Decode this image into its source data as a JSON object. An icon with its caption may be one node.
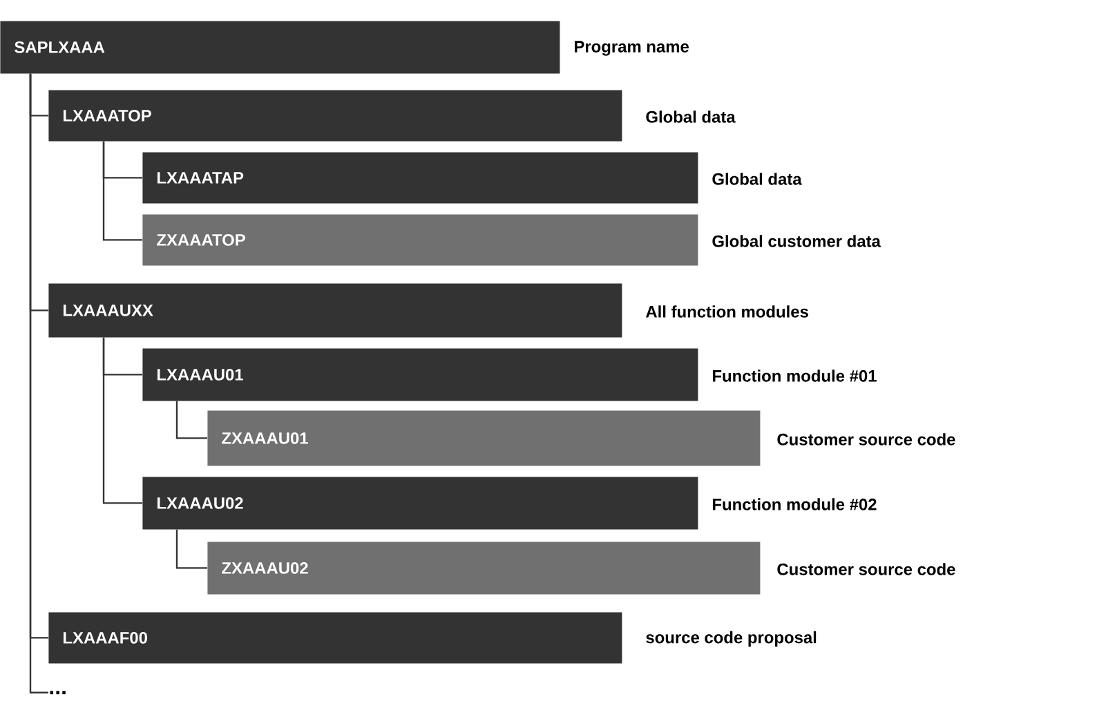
{
  "diagram": {
    "nodes": [
      {
        "text": [
          "SAPLXAAA"
        ],
        "beside": [
          "Program name"
        ]
      },
      {
        "text": [
          "LXAAATOP"
        ],
        "beside": [
          "Global data"
        ]
      },
      {
        "text": [
          "LXAAATAP"
        ],
        "beside": [
          "Global data"
        ]
      },
      {
        "text": [
          "ZXAAATOP"
        ],
        "beside": [
          "Global customer data"
        ]
      },
      {
        "text": [
          "LXAAAUXX"
        ],
        "beside": [
          "All function modules"
        ]
      },
      {
        "text": [
          "LXAAAU01"
        ],
        "beside": [
          "Function module #01"
        ]
      },
      {
        "text": [
          "ZXAAAU01"
        ],
        "beside": [
          "Customer source code"
        ]
      },
      {
        "text": [
          "LXAAAU02"
        ],
        "beside": [
          "Function module #02"
        ]
      },
      {
        "text": [
          "ZXAAAU02"
        ],
        "beside": [
          "Customer source code"
        ]
      },
      {
        "text": [
          "LXAAAF00"
        ],
        "beside": [
          "source code proposal"
        ]
      },
      {
        "text": [
          "..."
        ]
      }
    ],
    "edges": [
      {
        "from": 0,
        "to": 1,
        "arrow": "none"
      },
      {
        "from": 1,
        "to": 2,
        "arrow": "none"
      },
      {
        "from": 1,
        "to": 3,
        "arrow": "none"
      },
      {
        "from": 0,
        "to": 4,
        "arrow": "none"
      },
      {
        "from": 4,
        "to": 5,
        "arrow": "none"
      },
      {
        "from": 5,
        "to": 6,
        "arrow": "none"
      },
      {
        "from": 4,
        "to": 7,
        "arrow": "none"
      },
      {
        "from": 7,
        "to": 8,
        "arrow": "none"
      },
      {
        "from": 0,
        "to": 9,
        "arrow": "none"
      },
      {
        "from": 0,
        "to": 10,
        "arrow": "none"
      }
    ]
  }
}
